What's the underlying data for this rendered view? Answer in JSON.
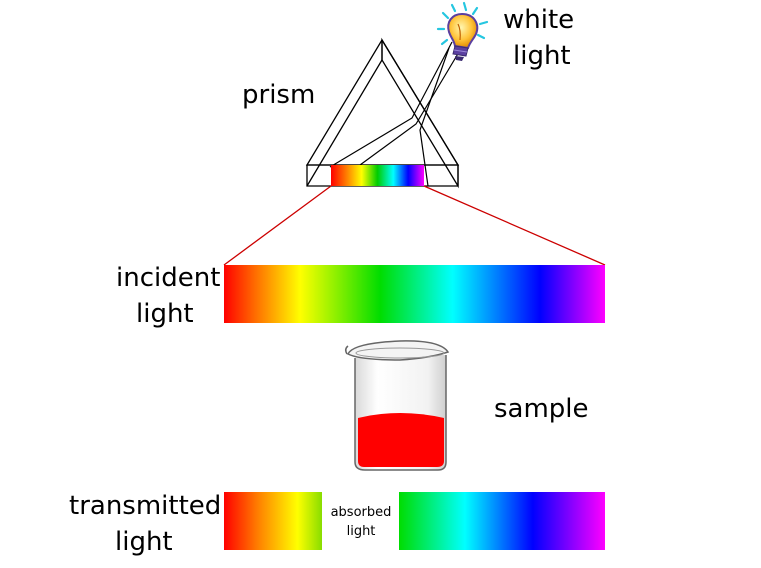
{
  "labels": {
    "light_source_line1": "white",
    "light_source_line2": "light",
    "prism": "prism",
    "incident_line1": "incident",
    "incident_line2": "light",
    "sample": "sample",
    "transmitted_line1": "transmitted",
    "transmitted_line2": "light",
    "absorbed_line1": "absorbed",
    "absorbed_line2": "light"
  },
  "colors": {
    "sample_liquid": "#ff0000",
    "zoom_lines": "#cc0000",
    "prism_outline": "#000000",
    "bulb_glow": "#f5a623",
    "bulb_base": "#5a3fa0",
    "rays": "#25c6e0"
  },
  "spectrum_colors": [
    "#ff1a00",
    "#ff8000",
    "#ffff00",
    "#00cc00",
    "#00ffff",
    "#0000ff",
    "#ff00ff"
  ]
}
